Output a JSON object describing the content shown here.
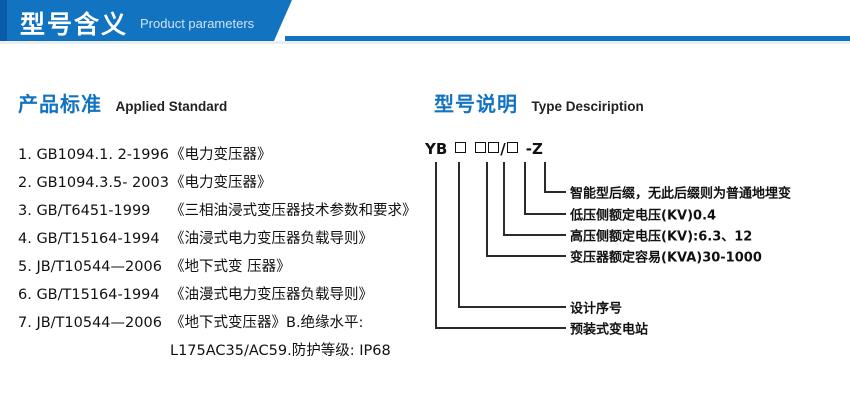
{
  "banner": {
    "title": "型号含义",
    "subtitle": "Product parameters",
    "accent_color": "#1273c0",
    "accent_dark": "#0a5ca8"
  },
  "sections": {
    "standard": {
      "cn": "产品标准",
      "en": "Applied Standard"
    },
    "type": {
      "cn": "型号说明",
      "en": "Type Desciription"
    }
  },
  "standards": [
    {
      "code": "1. GB1094.1. 2-1996",
      "name": "《电力变压器》"
    },
    {
      "code": "2. GB1094.3.5- 2003",
      "name": "《电力变压器》"
    },
    {
      "code": "3. GB/T6451-1999",
      "name": "《三相油浸式变压器技术参数和要求》"
    },
    {
      "code": "4. GB/T15164-1994",
      "name": "《油浸式电力变压器负载导则》"
    },
    {
      "code": "5. JB/T10544—2006",
      "name": "《地下式变 压器》"
    },
    {
      "code": "6. GB/T15164-1994",
      "name": "《油漫式电力变压器负载导则》"
    },
    {
      "code": "7. JB/T10544—2006",
      "name": "《地下式变压器》B.绝缘水平:"
    }
  ],
  "standards_continuation": "L175AC35/AC59.防护等级: IP68",
  "type_code": {
    "prefix": "YB",
    "separator_slash": "/",
    "separator_dash": "-",
    "suffix": "Z",
    "box_glyph": "□"
  },
  "callouts": [
    {
      "id": "callout-smart-suffix",
      "label": "智能型后缀，无此后缀则为普通地埋变"
    },
    {
      "id": "callout-lv-voltage",
      "label": "低压侧额定电压(KV)0.4"
    },
    {
      "id": "callout-hv-voltage",
      "label": "高压侧额定电压(KV):6.3、12"
    },
    {
      "id": "callout-capacity",
      "label": "变压器额定容易(KVA)30-1000"
    },
    {
      "id": "callout-design-serial",
      "label": "设计序号"
    },
    {
      "id": "callout-substation",
      "label": "预装式变电站"
    }
  ]
}
